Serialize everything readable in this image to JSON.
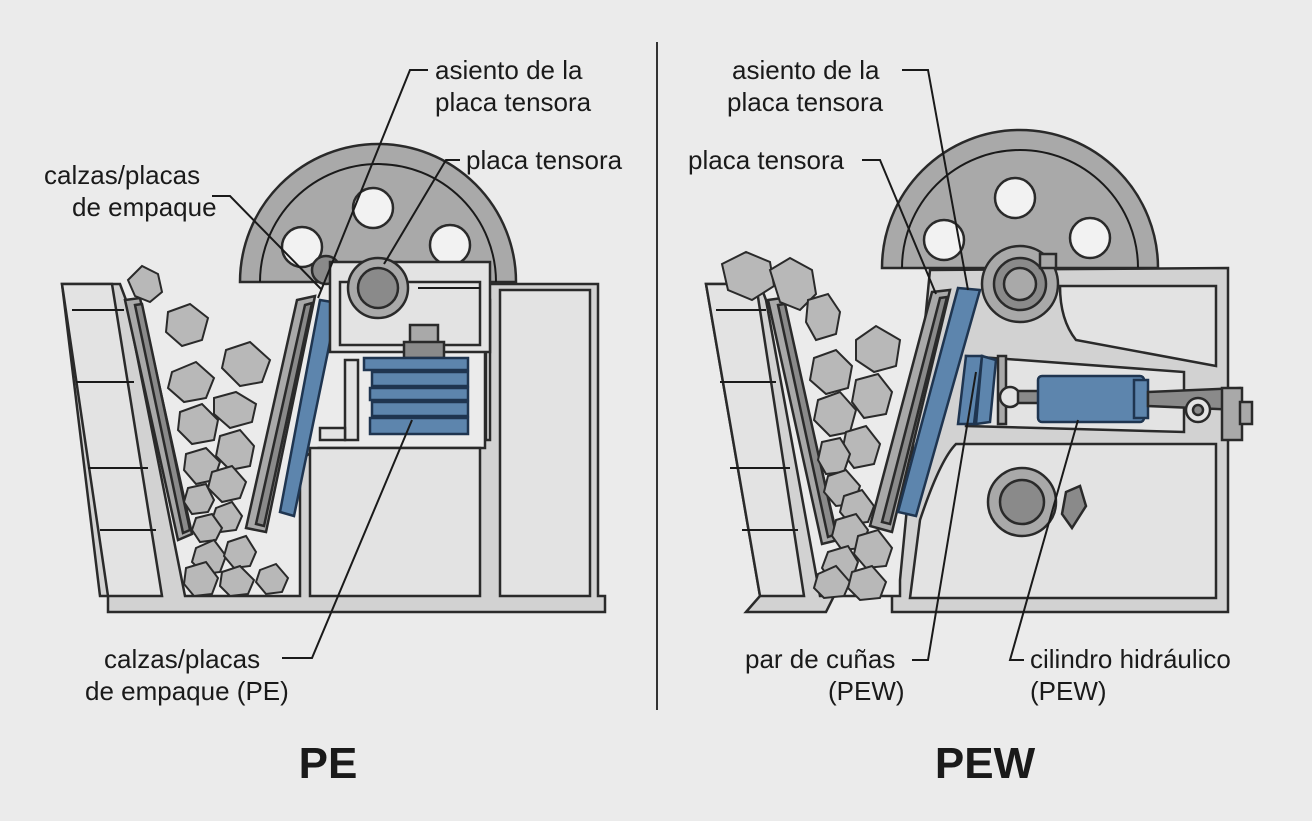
{
  "colors": {
    "background": "#ebebeb",
    "frame_gray": "#d2d2d2",
    "metal_dark": "#8a8a8a",
    "highlight_blue": "#5d85ad",
    "line": "#1a1a1a"
  },
  "left": {
    "title": "PE",
    "labels": {
      "toggle_seat": [
        "asiento de la",
        "placa tensora"
      ],
      "toggle_plate": "placa tensora",
      "shims_top": [
        "calzas/placas",
        "de empaque"
      ],
      "shims_pe": [
        "calzas/placas",
        "de empaque (PE)"
      ]
    }
  },
  "right": {
    "title": "PEW",
    "labels": {
      "toggle_seat": [
        "asiento de la",
        "placa tensora"
      ],
      "toggle_plate": "placa tensora",
      "wedge_pair": [
        "par de cuñas",
        "(PEW)"
      ],
      "hydraulic_cylinder": [
        "cilindro hidráulico",
        "(PEW)"
      ]
    }
  }
}
